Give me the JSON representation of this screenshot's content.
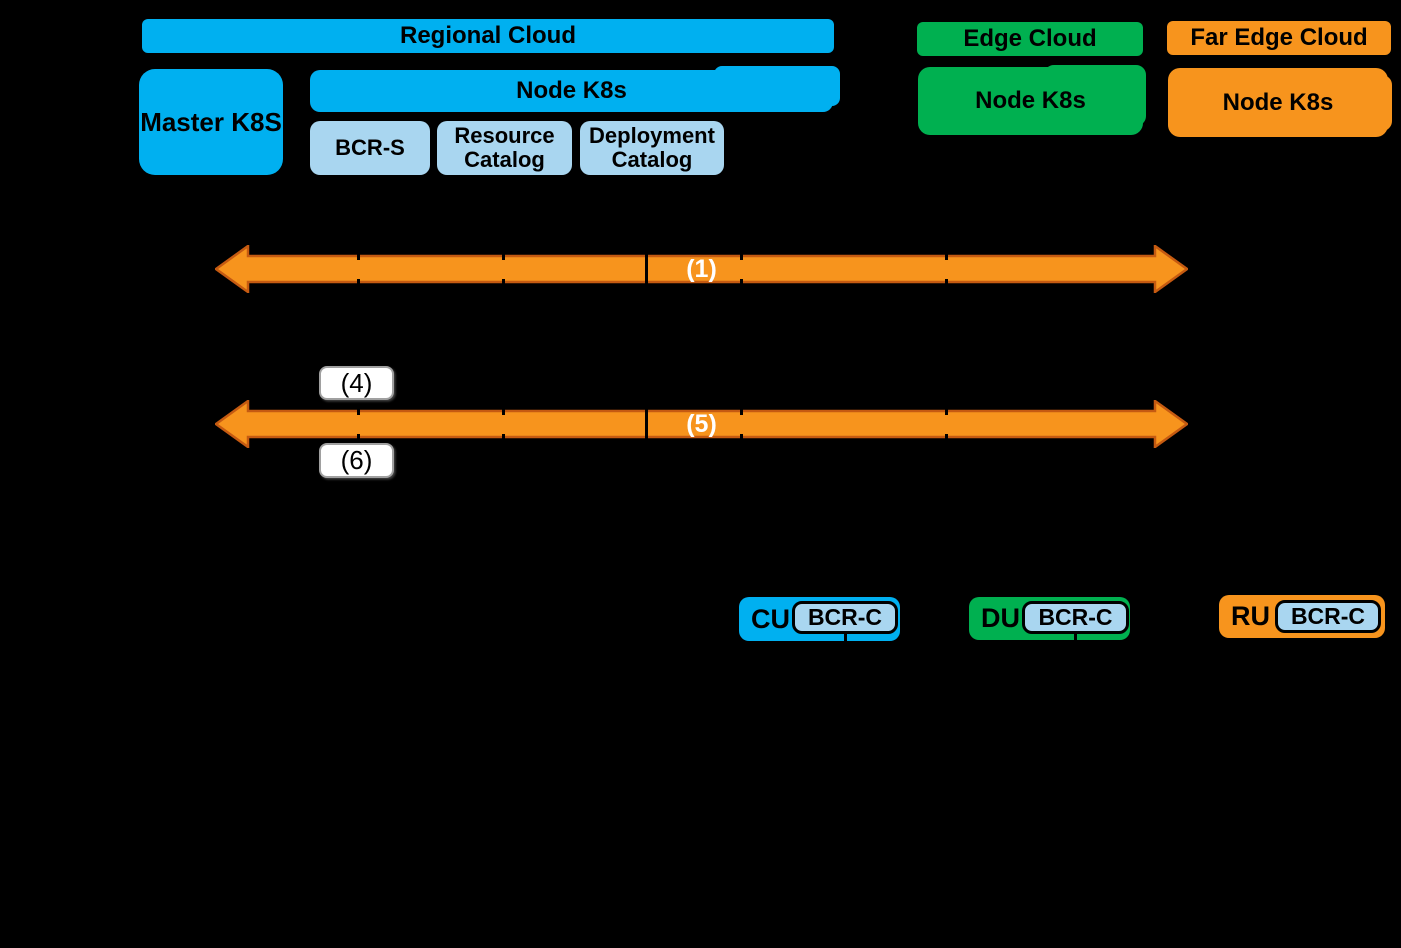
{
  "colors": {
    "blue": "#00B0F0",
    "lightblue": "#A9D6F0",
    "green": "#00B050",
    "orange": "#F7941D",
    "arrowstroke": "#C55A11",
    "badgeborder": "#A0A0A0"
  },
  "regional": {
    "title": "Regional Cloud",
    "master": "Master K8S",
    "node": "Node K8s",
    "bcr": "BCR-S",
    "resource": "Resource Catalog",
    "deployment": "Deployment Catalog"
  },
  "edge": {
    "title": "Edge Cloud",
    "node": "Node K8s"
  },
  "far_edge": {
    "title": "Far Edge Cloud",
    "node": "Node K8s"
  },
  "flows": {
    "arrow1": "(1)",
    "arrow5": "(5)",
    "badge4": "(4)",
    "badge6": "(6)"
  },
  "units": {
    "cu": {
      "name": "CU",
      "bcr": "BCR-C"
    },
    "du": {
      "name": "DU",
      "bcr": "BCR-C"
    },
    "ru": {
      "name": "RU",
      "bcr": "BCR-C"
    }
  }
}
